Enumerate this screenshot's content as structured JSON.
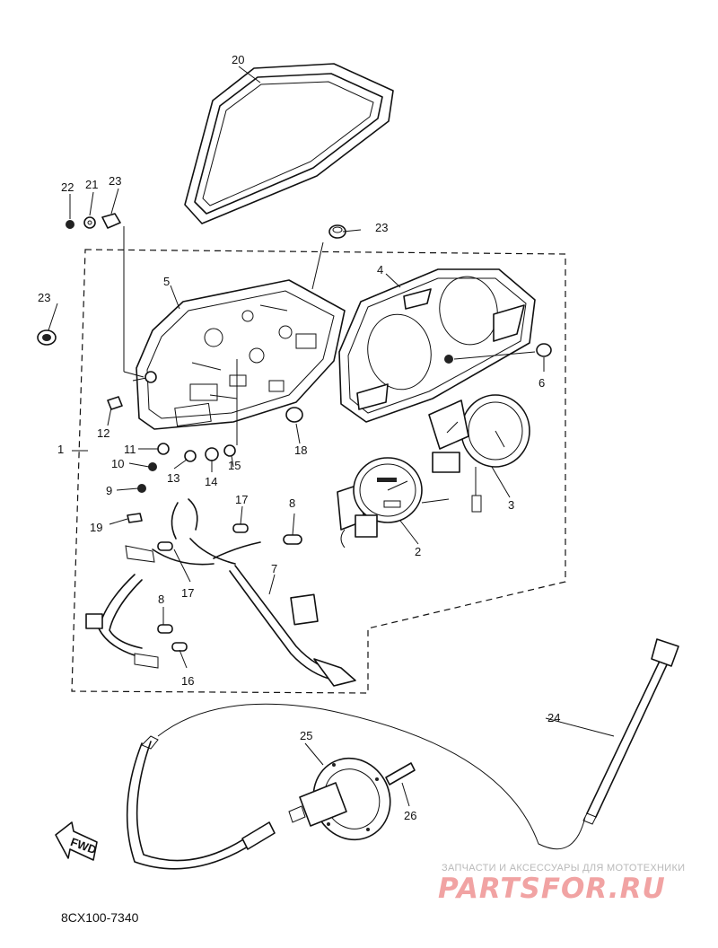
{
  "diagram": {
    "document_code": "8CX100-7340",
    "fwd_badge": "FWD",
    "watermark": {
      "tagline": "ЗАПЧАСТИ И АКСЕССУАРЫ ДЛЯ МОТОТЕХНИКИ",
      "logo": "PARTSFOR.RU"
    },
    "callouts": [
      {
        "id": "c1",
        "label": "1"
      },
      {
        "id": "c2",
        "label": "2"
      },
      {
        "id": "c3",
        "label": "3"
      },
      {
        "id": "c4",
        "label": "4"
      },
      {
        "id": "c5",
        "label": "5"
      },
      {
        "id": "c6",
        "label": "6"
      },
      {
        "id": "c7",
        "label": "7"
      },
      {
        "id": "c8a",
        "label": "8"
      },
      {
        "id": "c8b",
        "label": "8"
      },
      {
        "id": "c9",
        "label": "9"
      },
      {
        "id": "c10",
        "label": "10"
      },
      {
        "id": "c11",
        "label": "11"
      },
      {
        "id": "c12",
        "label": "12"
      },
      {
        "id": "c13",
        "label": "13"
      },
      {
        "id": "c14",
        "label": "14"
      },
      {
        "id": "c15",
        "label": "15"
      },
      {
        "id": "c16",
        "label": "16"
      },
      {
        "id": "c17a",
        "label": "17"
      },
      {
        "id": "c17b",
        "label": "17"
      },
      {
        "id": "c18",
        "label": "18"
      },
      {
        "id": "c19",
        "label": "19"
      },
      {
        "id": "c20",
        "label": "20"
      },
      {
        "id": "c21",
        "label": "21"
      },
      {
        "id": "c22",
        "label": "22"
      },
      {
        "id": "c23a",
        "label": "23"
      },
      {
        "id": "c23b",
        "label": "23"
      },
      {
        "id": "c23c",
        "label": "23"
      },
      {
        "id": "c24",
        "label": "24"
      },
      {
        "id": "c25",
        "label": "25"
      },
      {
        "id": "c26",
        "label": "26"
      }
    ]
  }
}
